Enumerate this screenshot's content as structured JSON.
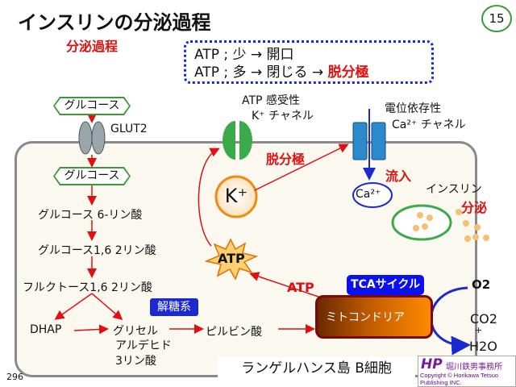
{
  "title": "インスリンの分泌過程",
  "subtitle": "分泌過程",
  "page_number": "15",
  "rule": {
    "line1": "ATP ; 少 → 開口",
    "line2_prefix": "ATP ; 多 → 閉じる →",
    "line2_highlight": "脱分極"
  },
  "glucose_outside": "グルコース",
  "glut2": "GLUT2",
  "glucose_inside": "グルコース",
  "steps": {
    "g6p": "グルコース 6-リン酸",
    "g16bp": "グルコース1,6 2リン酸",
    "f16bp": "フルクトース1,6 2リン酸",
    "dhap": "DHAP",
    "gap1": "グリセル",
    "gap2": "アルデヒド",
    "gap3": "3リン酸",
    "pyruvate": "ピルビン酸"
  },
  "glycolysis": "解糖系",
  "katp_label1": "ATP 感受性",
  "katp_label2": "K⁺ チャネル",
  "cav_label1": "電位依存性",
  "cav_label2": "Ca²⁺ チャネル",
  "depolarization": "脱分極",
  "influx": "流入",
  "k_ion": "K⁺",
  "ca_ion": "Ca²⁺",
  "atp_burst": "ATP",
  "atp_red": "ATP",
  "insulin": "インスリン",
  "secretion": "分泌",
  "mitochondria": "ミトコンドリア",
  "tca": "TCAサイクル",
  "o2": "O2",
  "co2": "CO2",
  "plus": "+",
  "h2o": "H2O",
  "cell_name": "ランゲルハンス島 B細胞",
  "slide_id": "296",
  "logo": {
    "mark": "HP",
    "name": "堀川鉄男事務所",
    "copyright": "Copyright © Horikawa Tetsuo Publishing INC."
  }
}
